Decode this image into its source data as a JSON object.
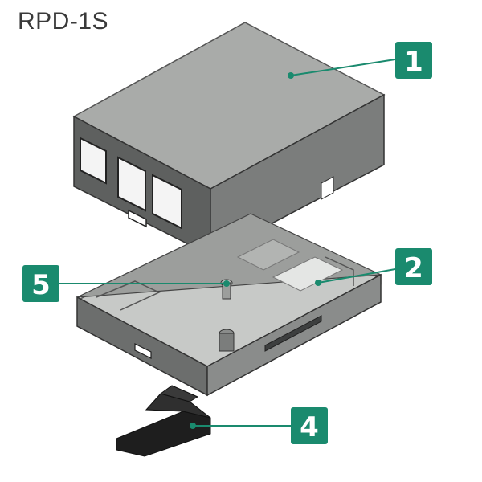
{
  "title": "RPD-1S",
  "callouts": [
    {
      "id": "lid",
      "number": "1"
    },
    {
      "id": "base",
      "number": "2"
    },
    {
      "id": "foot",
      "number": "4"
    },
    {
      "id": "screw",
      "number": "5"
    }
  ],
  "colors": {
    "callout_fill": "#1a8a6e",
    "leader_line": "#1a8a6e",
    "case_top": "#a8aaa8",
    "case_side": "#6f7170",
    "case_dark": "#3d3f3f",
    "base_inner": "#c9cbc9",
    "foot": "#1f1f1f"
  }
}
